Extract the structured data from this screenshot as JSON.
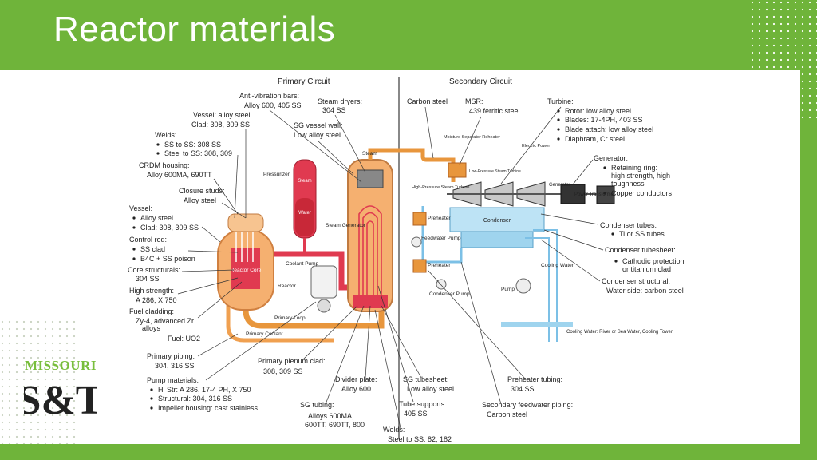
{
  "slide": {
    "title": "Reactor materials",
    "colors": {
      "brand_green": "#6fb43a",
      "accent_red": "#e03a50",
      "accent_orange": "#e8963c",
      "accent_blue": "#9fd4ee"
    }
  },
  "logo": {
    "wordmark": "MISSOURI",
    "monogram": "S&T"
  },
  "diagram": {
    "headers": {
      "primary": "Primary Circuit",
      "secondary": "Secondary Circuit"
    },
    "components": {
      "pressurizer": "Pressurizer",
      "steam_inner": "Steam",
      "water_inner": "Water",
      "steam": "Steam",
      "steam_generator": "Steam Generator",
      "reactor_core": "Reactor Core",
      "reactor": "Reactor",
      "coolant_pump": "Coolant Pump",
      "primary_loop": "Primary Loop",
      "primary_coolant": "Primary Coolant",
      "moisture_separator": "Moisture Separator Reheater",
      "low_pressure_turbine": "Low-Pressure Steam Turbine",
      "high_pressure_turbine": "High-Pressure Steam Turbine",
      "electric_power": "Electric Power",
      "generator": "Generator",
      "power_transformer": "Power Transformer",
      "condenser": "Condenser",
      "preheater_1": "Preheater",
      "feedwater_pump": "Feedwater Pump",
      "preheater_2": "Preheater",
      "condenser_pump": "Condenser Pump",
      "pump": "Pump",
      "cooling_water": "Cooling Water",
      "cooling_water_source": "Cooling Water: River or Sea Water, Cooling Tower"
    },
    "labels": {
      "anti_vibration": "Anti-vibration bars:",
      "anti_vibration_val": "Alloy 600, 405 SS",
      "steam_dryers": "Steam dryers:",
      "steam_dryers_val": "304 SS",
      "vessel_top": "Vessel: alloy steel",
      "vessel_top_val": "Clad: 308, 309 SS",
      "sg_vessel_wall": "SG vessel wall:",
      "sg_vessel_wall_val": "Low alloy steel",
      "welds": "Welds:",
      "welds_1": "SS to SS: 308 SS",
      "welds_2": "Steel to SS: 308, 309",
      "crdm": "CRDM housing:",
      "crdm_val": "Alloy 600MA, 690TT",
      "closure_studs": "Closure studs:",
      "closure_studs_val": "Alloy steel",
      "vessel": "Vessel:",
      "vessel_1": "Alloy steel",
      "vessel_2": "Clad: 308, 309 SS",
      "control_rod": "Control rod:",
      "control_rod_1": "SS clad",
      "control_rod_2": "B4C + SS poison",
      "core_structurals": "Core structurals:",
      "core_structurals_val": "304 SS",
      "high_strength": "High strength:",
      "high_strength_val": "A 286, X 750",
      "fuel_cladding": "Fuel cladding:",
      "fuel_cladding_1": "Zy-4, advanced Zr",
      "fuel_cladding_2": "alloys",
      "fuel": "Fuel: UO2",
      "primary_piping": "Primary piping:",
      "primary_piping_val": "304, 316 SS",
      "pump_materials": "Pump materials:",
      "pump_1": "Hi Str: A 286, 17-4 PH, X 750",
      "pump_2": "Structural: 304, 316 SS",
      "pump_3": "Impeller housing: cast stainless",
      "primary_plenum": "Primary plenum clad:",
      "primary_plenum_val": "308, 309 SS",
      "sg_tubing": "SG tubing:",
      "sg_tubing_1": "Alloys 600MA,",
      "sg_tubing_2": "600TT, 690TT, 800",
      "divider_plate": "Divider plate:",
      "divider_plate_val": "Alloy 600",
      "sg_tubesheet": "SG tubesheet:",
      "sg_tubesheet_val": "Low alloy steel",
      "tube_supports": "Tube supports:",
      "tube_supports_val": "405 SS",
      "welds_bottom": "Welds:",
      "welds_bottom_val": "Steel to SS: 82, 182",
      "carbon_steel": "Carbon steel",
      "msr": "MSR:",
      "msr_val": "439 ferritic steel",
      "turbine": "Turbine:",
      "turbine_1": "Rotor: low alloy steel",
      "turbine_2": "Blades: 17-4PH, 403 SS",
      "turbine_3": "Blade attach: low alloy steel",
      "turbine_4": "Diaphram, Cr steel",
      "generator": "Generator:",
      "generator_1": "Retaining ring:",
      "generator_2": "high strength, high",
      "generator_3": "toughness",
      "generator_4": "Copper conductors",
      "condenser_tubes": "Condenser tubes:",
      "condenser_tubes_val": "Ti or SS tubes",
      "condenser_tubesheet": "Condenser tubesheet:",
      "condenser_tubesheet_1": "Cathodic protection",
      "condenser_tubesheet_2": "or titanium clad",
      "condenser_structural": "Condenser structural:",
      "condenser_structural_val": "Water side: carbon steel",
      "preheater_tubing": "Preheater tubing:",
      "preheater_tubing_val": "304 SS",
      "secondary_feedwater": "Secondary feedwater piping:",
      "secondary_feedwater_val": "Carbon steel"
    }
  }
}
